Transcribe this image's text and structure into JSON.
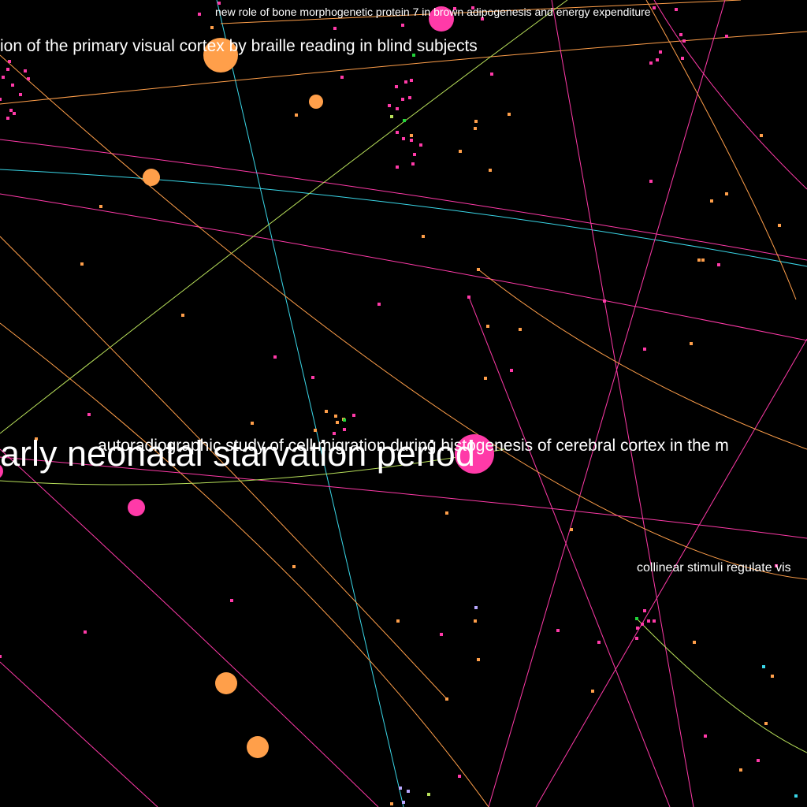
{
  "view": {
    "background": "#000000"
  },
  "palette": {
    "orange": "#ff9f4a",
    "pink": "#ff3aa8",
    "cyan": "#3ad7e8",
    "green": "#21d43a",
    "lime": "#b8e05a",
    "lavender": "#b9a8ff",
    "white": "#ffffff"
  },
  "labels": [
    {
      "id": "label-bmp7",
      "text": "new role of bone morphogenetic protein 7 in brown adipogenesis and energy expenditure"
    },
    {
      "id": "label-braille",
      "text": "ion of the primary visual cortex by braille reading in blind subjects"
    },
    {
      "id": "label-neonatal",
      "text": "arly neonatal starvation period"
    },
    {
      "id": "label-autoradiographic",
      "text": "autoradiographic study of cell migration during histogenesis of cerebral cortex in the m"
    },
    {
      "id": "label-collinear",
      "text": "collinear stimuli regulate vis"
    }
  ]
}
